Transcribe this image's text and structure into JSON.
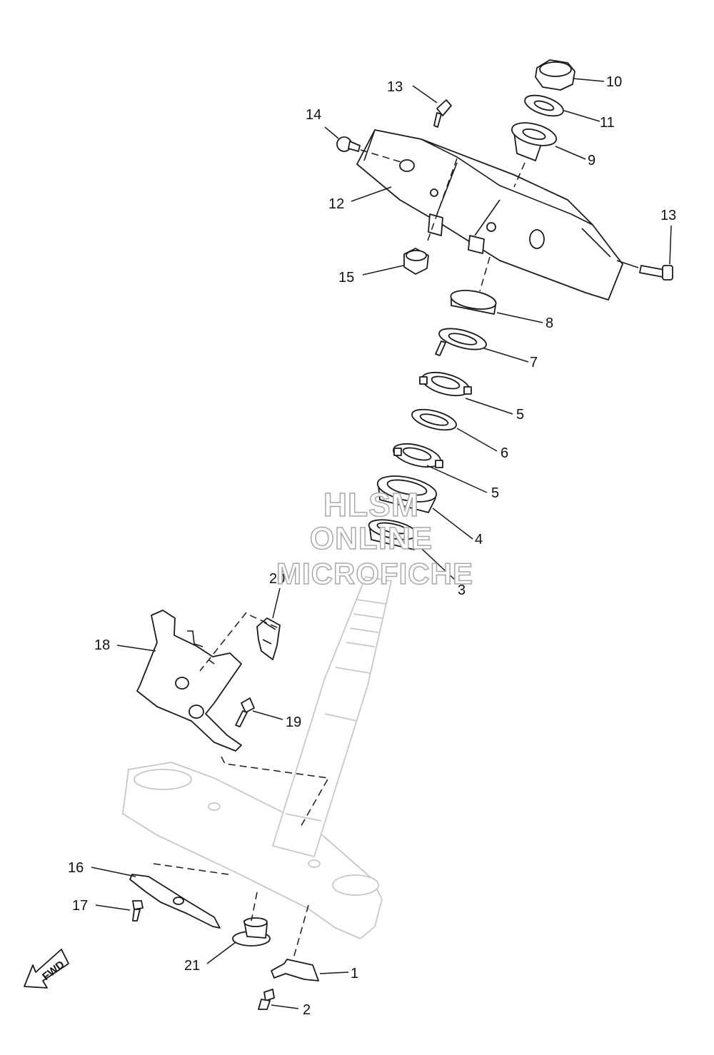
{
  "watermark": {
    "line1": "HLSM",
    "line2": "ONLINE",
    "line3": "MICROFICHE"
  },
  "direction_badge": "FWD",
  "callouts": {
    "c1": "1",
    "c2": "2",
    "c3": "3",
    "c4": "4",
    "c5a": "5",
    "c5b": "5",
    "c6": "6",
    "c7": "7",
    "c8": "8",
    "c9": "9",
    "c10": "10",
    "c11": "11",
    "c12": "12",
    "c13a": "13",
    "c13b": "13",
    "c14": "14",
    "c15": "15",
    "c16": "16",
    "c17": "17",
    "c18": "18",
    "c19": "19",
    "c20": "20",
    "c21": "21"
  }
}
